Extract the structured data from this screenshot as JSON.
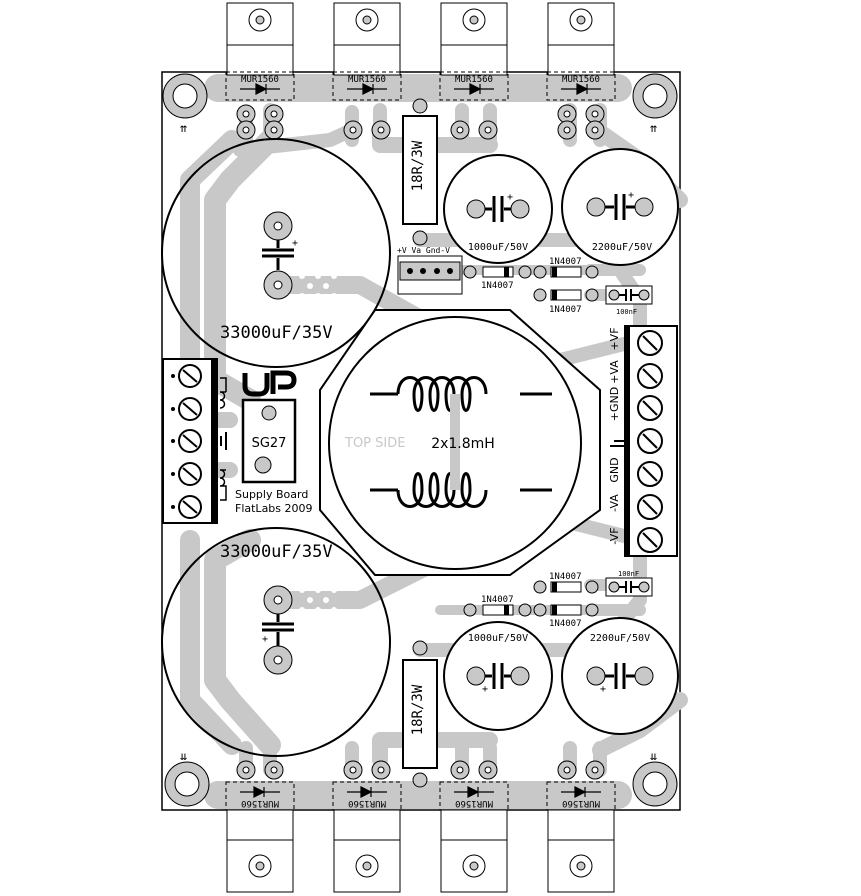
{
  "colors": {
    "trace": "#c8c8c8",
    "ink": "#000000",
    "board": "#ffffff"
  },
  "rectifiers": {
    "label": "MUR1560",
    "top": [
      "MUR1560",
      "MUR1560",
      "MUR1560",
      "MUR1560"
    ],
    "bottom": [
      "MUR1560",
      "MUR1560",
      "MUR1560",
      "MUR1560"
    ]
  },
  "resistors": {
    "top": "18R/3W",
    "bottom": "18R/3W"
  },
  "big_caps": {
    "top": "33000uF/35V",
    "bottom": "33000uF/35V"
  },
  "caps_right_top": {
    "small": "1000uF/50V",
    "large": "2200uF/50V"
  },
  "caps_right_bottom": {
    "small": "1000uF/50V",
    "large": "2200uF/50V"
  },
  "diodes": {
    "top": [
      "1N4007",
      "1N4007",
      "1N4007"
    ],
    "bottom": [
      "1N4007",
      "1N4007",
      "1N4007"
    ]
  },
  "film_caps": {
    "top": "100nF",
    "bottom": "100nF"
  },
  "header_label": "+V Va Gnd-V",
  "inductor": "2x1.8mH",
  "side_label": "TOP SIDE",
  "logo": "UP",
  "connector_right": [
    "+VF",
    "+VA",
    "+GND",
    "GND",
    "-VA",
    "-VF"
  ],
  "ic_label": "SG27",
  "credits": [
    "Supply Board",
    "FlatLabs 2009"
  ]
}
